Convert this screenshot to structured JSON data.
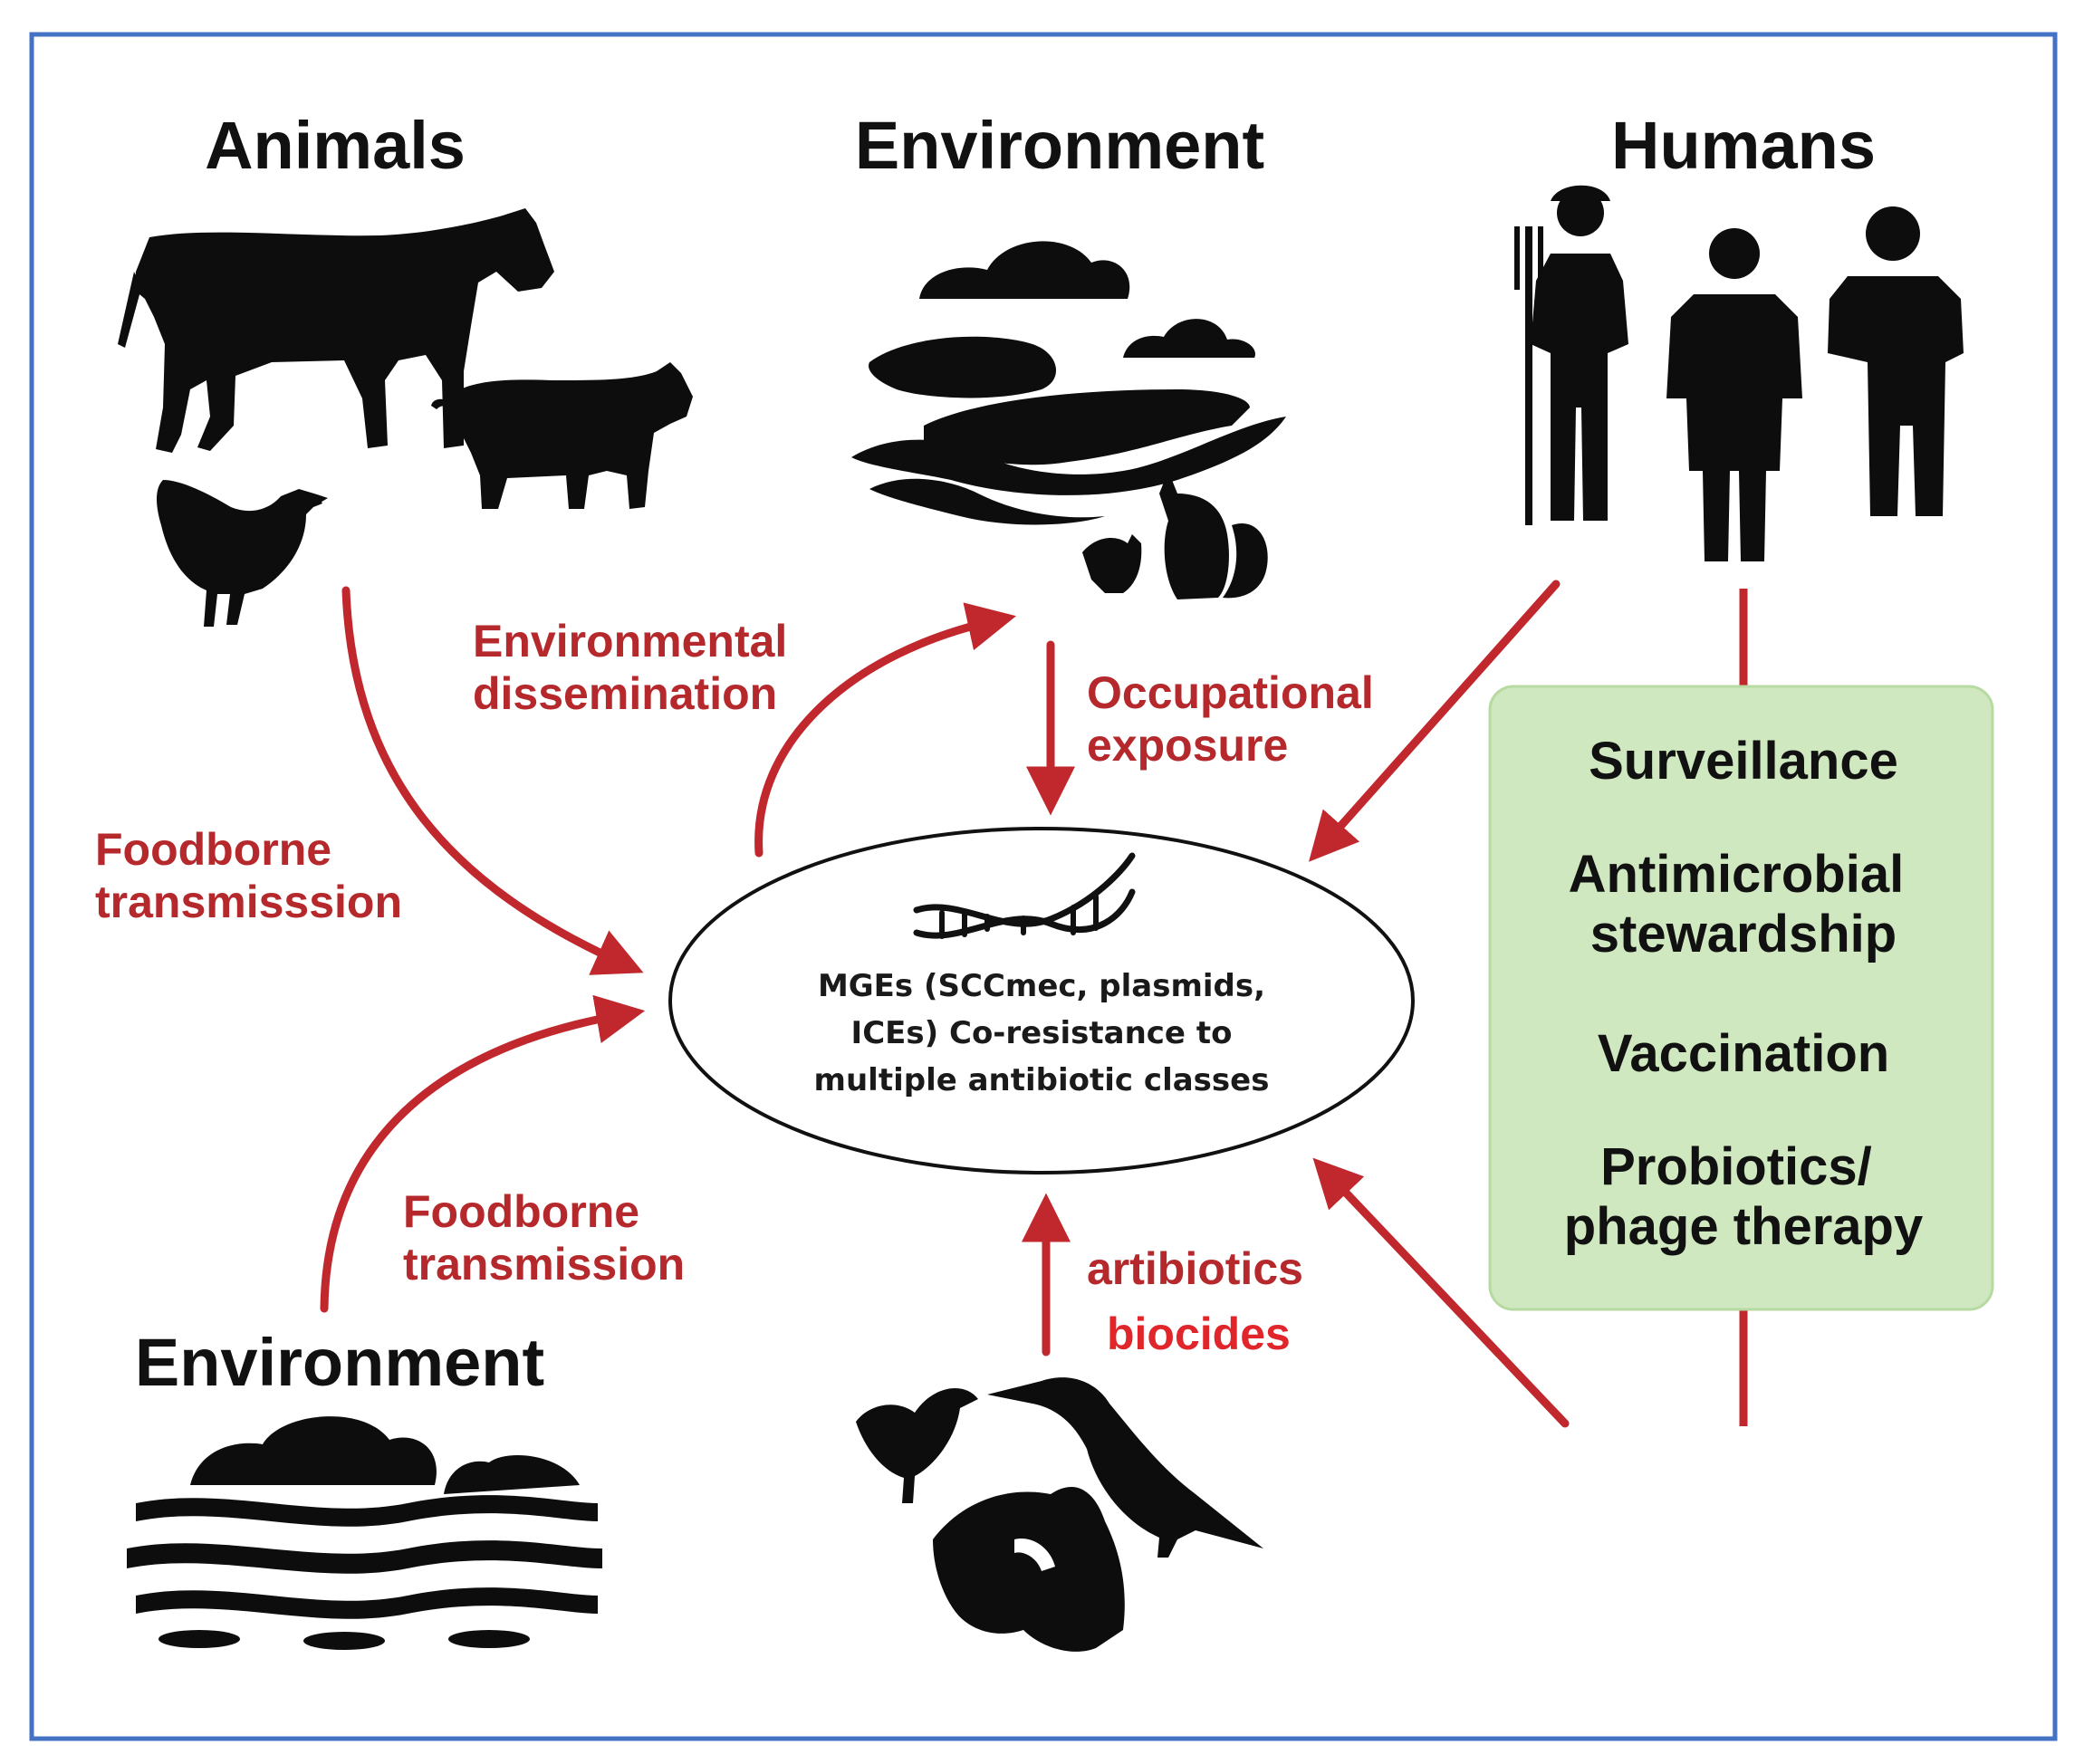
{
  "colors": {
    "frame_border": "#4472c4",
    "arrow": "#c0282d",
    "label_dark_red": "#b5282c",
    "label_bright_red": "#e0262b",
    "box_fill": "#cfe8bf",
    "box_border": "#b7d9a2",
    "silhouette": "#0d0d0d"
  },
  "sections": {
    "animals": {
      "title": "Animals",
      "icons": [
        "cow-icon",
        "pig-icon",
        "chicken-icon"
      ]
    },
    "environment_top": {
      "title": "Environment",
      "icons": [
        "cloud-icon",
        "hills-icon",
        "wildlife-icon"
      ]
    },
    "humans": {
      "title": "Humans",
      "icons": [
        "farmer-icon",
        "veterinarian-icon",
        "doctor-icon"
      ]
    },
    "environment_bottom": {
      "title": "Environment",
      "icons": [
        "cloud-icon",
        "water-waves-icon"
      ]
    },
    "animals_bottom": {
      "icons": [
        "chick-icon",
        "bird-icon",
        "dog-icon"
      ]
    }
  },
  "center": {
    "lines": [
      "MGEs (SCCmec, plasmids,",
      "ICEs) Co-resistance to",
      "multiple antibiotic classes"
    ],
    "icon": "dna-icon"
  },
  "labels": {
    "foodborne_top": [
      "Foodborne",
      "transmisssion"
    ],
    "environmental_dissemination": [
      "Environmental",
      "dissemination"
    ],
    "occupational_exposure": [
      "Occupational",
      "exposure"
    ],
    "foodborne_bottom": [
      "Foodborne",
      "transmission"
    ],
    "artibiotics": "artibiotics",
    "biocides": "biocides"
  },
  "interventions": {
    "items": [
      [
        "Surveillance"
      ],
      [
        "Antimicrobial",
        "stewardship"
      ],
      [
        "Vaccination"
      ],
      [
        "Probiotics/",
        "phage therapy"
      ]
    ]
  }
}
